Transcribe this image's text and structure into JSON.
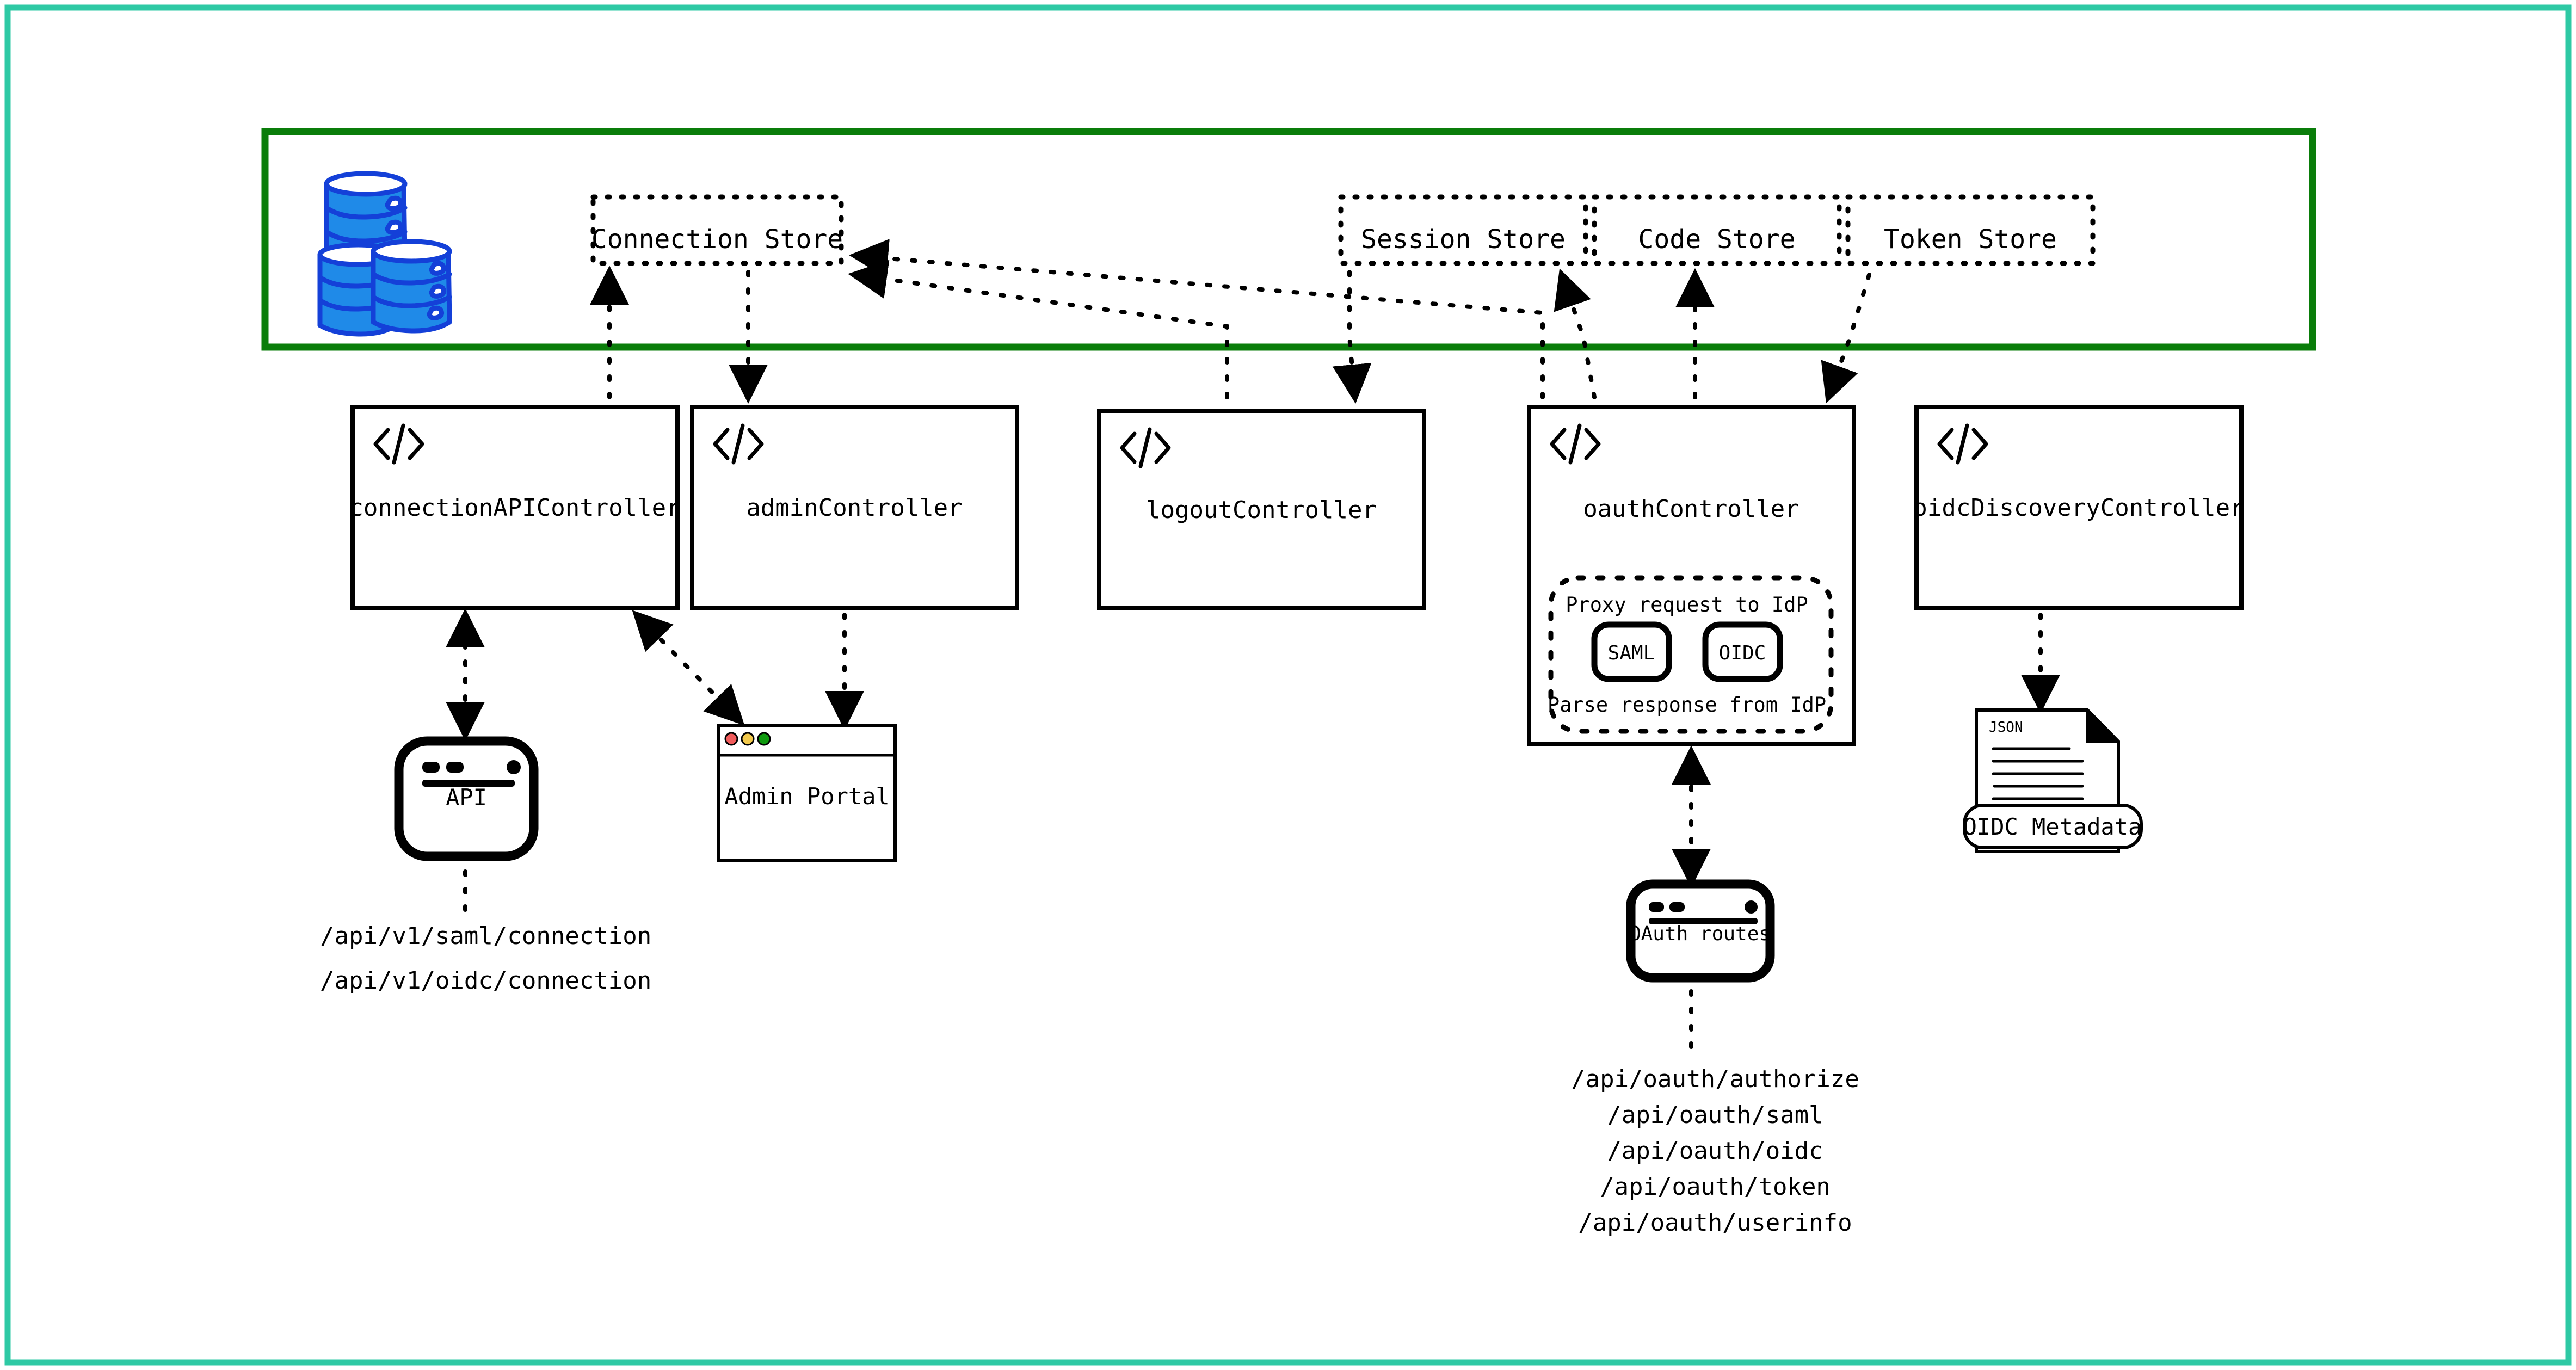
{
  "frame": {
    "outer_color": "#2ec9a4",
    "inner_color": "#0a7d0a"
  },
  "store_layer": {
    "db_icon": "database-stack-icon",
    "stores": [
      {
        "name": "connection-store",
        "label": "Connection Store"
      },
      {
        "name": "session-store",
        "label": "Session Store"
      },
      {
        "name": "code-store",
        "label": "Code Store"
      },
      {
        "name": "token-store",
        "label": "Token Store"
      }
    ]
  },
  "controllers": [
    {
      "name": "connection-api-controller",
      "label": "connectionAPIController",
      "icon": "code-icon"
    },
    {
      "name": "admin-controller",
      "label": "adminController",
      "icon": "code-icon"
    },
    {
      "name": "logout-controller",
      "label": "logoutController",
      "icon": "code-icon"
    },
    {
      "name": "oauth-controller",
      "label": "oauthController",
      "icon": "code-icon"
    },
    {
      "name": "oidc-discovery-controller",
      "label": "oidcDiscoveryController",
      "icon": "code-icon"
    }
  ],
  "idp_proxy": {
    "top_label": "Proxy request to IdP",
    "bottom_label": "Parse response from IdP",
    "protocols": [
      {
        "name": "saml-protocol-chip",
        "label": "SAML"
      },
      {
        "name": "oidc-protocol-chip",
        "label": "OIDC"
      }
    ]
  },
  "clients": {
    "api": {
      "label": "API"
    },
    "admin_portal": {
      "label": "Admin Portal",
      "window_dots": [
        "#f05b5b",
        "#f2c94c",
        "#0f9a0f"
      ]
    },
    "oauth_routes": {
      "label": "OAuth routes"
    },
    "oidc_metadata": {
      "doc_label": "JSON",
      "label": "OIDC Metadata"
    }
  },
  "endpoints": {
    "connection_api": [
      "/api/v1/saml/connection",
      "/api/v1/oidc/connection"
    ],
    "oauth": [
      "/api/oauth/authorize",
      "/api/oauth/saml",
      "/api/oauth/oidc",
      "/api/oauth/token",
      "/api/oauth/userinfo"
    ]
  }
}
